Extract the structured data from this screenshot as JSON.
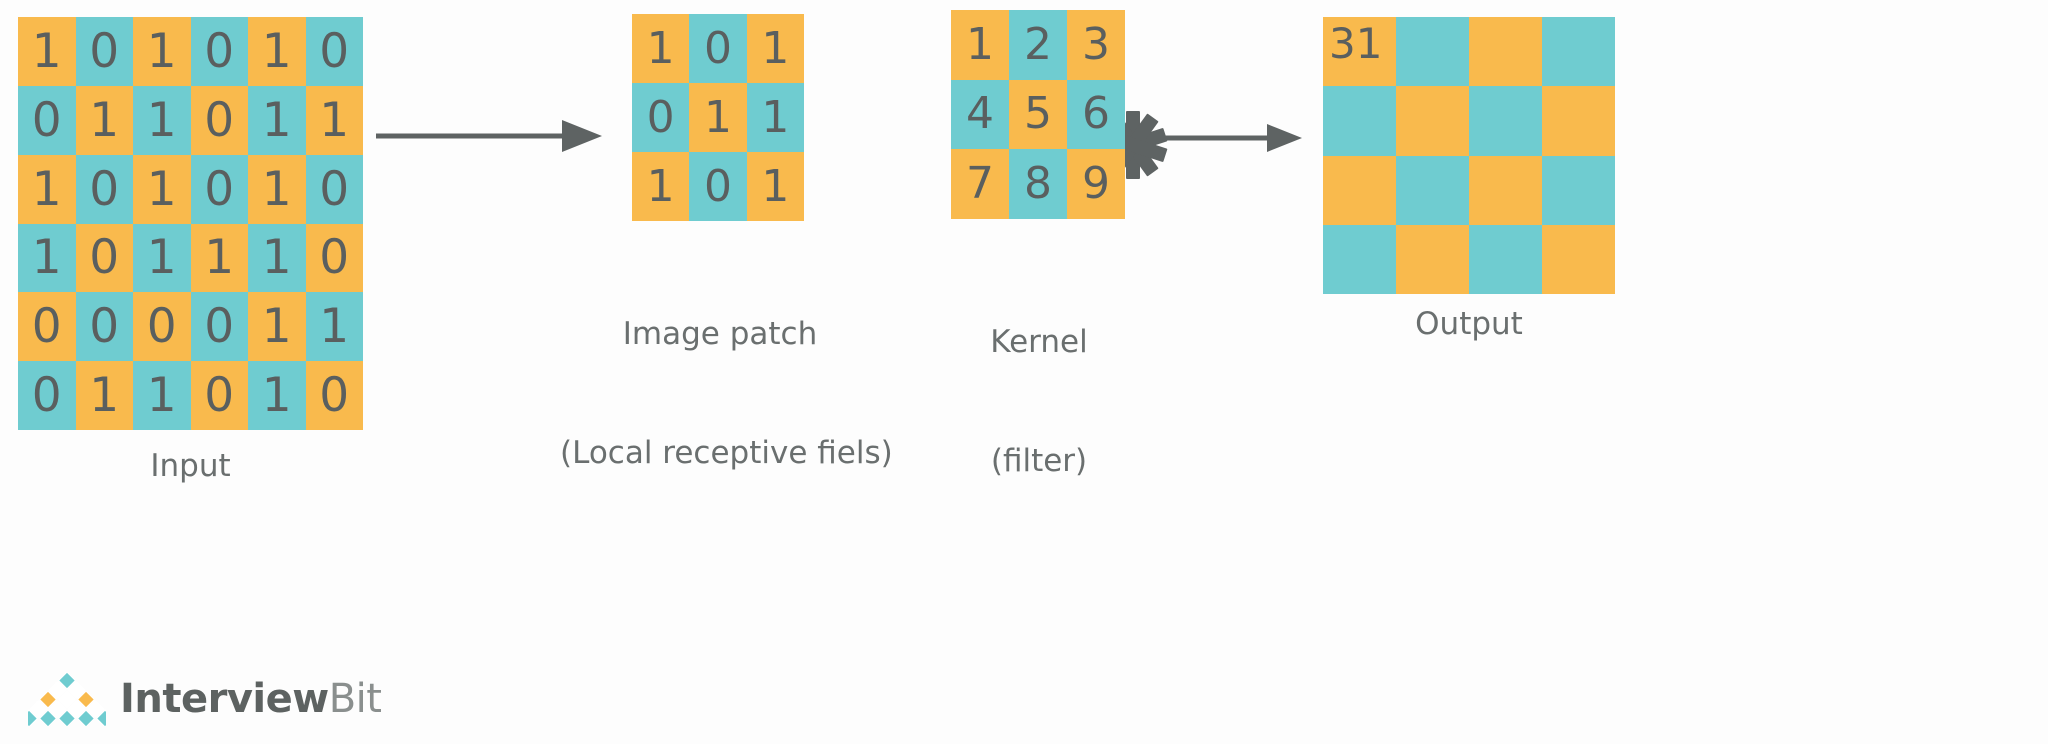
{
  "colors": {
    "orange": "#f9ba4d",
    "teal": "#6fccd0",
    "digit": "#5a5f5f",
    "caption": "#6a6f6f",
    "arrow": "#5e6363",
    "background": "#fdfdfd"
  },
  "input": {
    "label": "Input",
    "rows": 6,
    "cols": 6,
    "values": [
      [
        "1",
        "0",
        "1",
        "0",
        "1",
        "0"
      ],
      [
        "0",
        "1",
        "1",
        "0",
        "1",
        "1"
      ],
      [
        "1",
        "0",
        "1",
        "0",
        "1",
        "0"
      ],
      [
        "1",
        "0",
        "1",
        "1",
        "1",
        "0"
      ],
      [
        "0",
        "0",
        "0",
        "0",
        "1",
        "1"
      ],
      [
        "0",
        "1",
        "1",
        "0",
        "1",
        "0"
      ]
    ]
  },
  "image_patch": {
    "label_line1": "Image patch",
    "label_line2": "(Local receptive fiels)",
    "rows": 3,
    "cols": 3,
    "values": [
      [
        "1",
        "0",
        "1"
      ],
      [
        "0",
        "1",
        "1"
      ],
      [
        "1",
        "0",
        "1"
      ]
    ]
  },
  "kernel": {
    "label_line1": "Kernel",
    "label_line2": "(filter)",
    "rows": 3,
    "cols": 3,
    "values": [
      [
        "1",
        "2",
        "3"
      ],
      [
        "4",
        "5",
        "6"
      ],
      [
        "7",
        "8",
        "9"
      ]
    ]
  },
  "output": {
    "label": "Output",
    "rows": 4,
    "cols": 4,
    "values": [
      [
        "31",
        "",
        "",
        ""
      ],
      [
        "",
        "",
        "",
        ""
      ],
      [
        "",
        "",
        "",
        ""
      ],
      [
        "",
        "",
        "",
        ""
      ]
    ]
  },
  "operator": {
    "symbol": "asterisk",
    "meaning": "convolution"
  },
  "arrows": [
    {
      "name": "input-to-patch"
    },
    {
      "name": "kernel-to-output"
    }
  ],
  "logo": {
    "word_primary": "Interview",
    "word_secondary": "Bit"
  }
}
